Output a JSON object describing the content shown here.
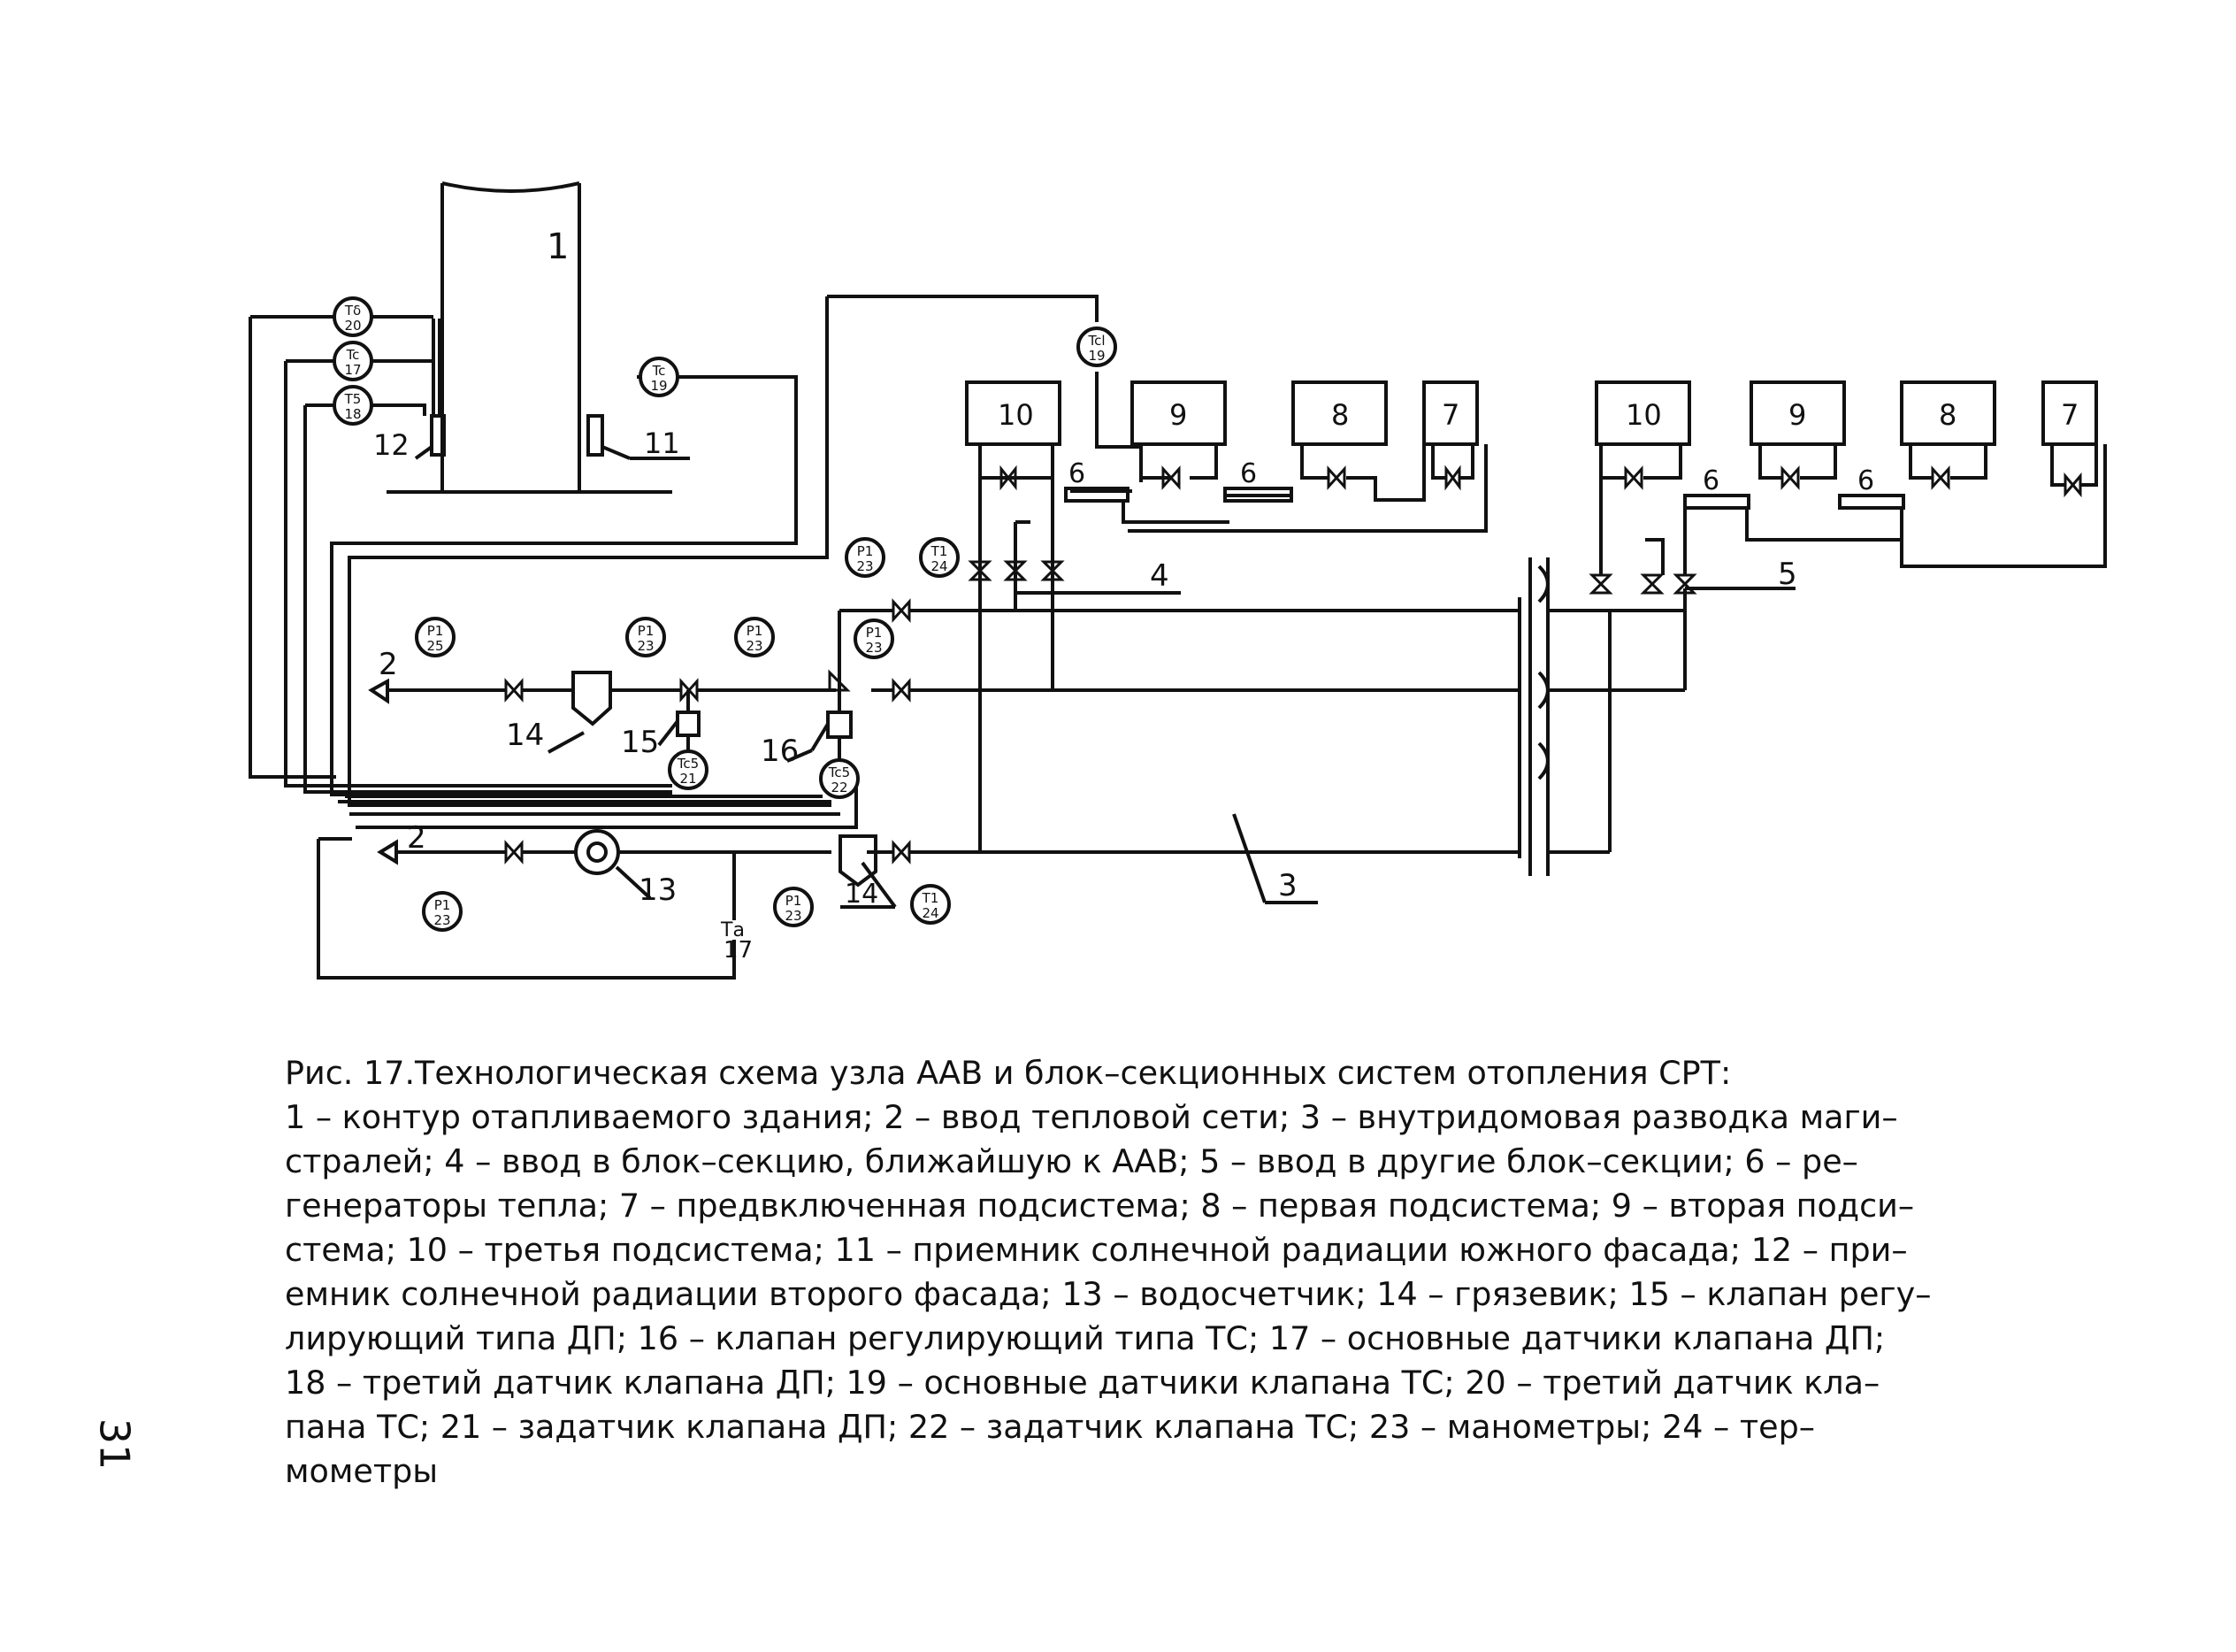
{
  "figure": {
    "caption_title": "Рис. 17.Технологическая схема узла ААВ и блок–секционных систем отопления СРТ:",
    "caption_lines": [
      "1 – контур отапливаемого здания; 2 – ввод тепловой сети; 3 – внутридомовая разводка маги–",
      "стралей; 4 – ввод в блок–секцию, ближайшую к ААВ; 5 – ввод в другие блок–секции; 6 – ре–",
      "генераторы тепла; 7 – предвключенная подсистема; 8 – первая подсистема; 9 – вторая подси–",
      "стема; 10 – третья подсистема; 11 – приемник солнечной радиации южного фасада; 12 – при–",
      "емник солнечной радиации второго фасада; 13 – водосчетчик; 14 – грязевик; 15 – клапан регу–",
      "лирующий типа ДП; 16 – клапан регулирующий типа ТС; 17 – основные датчики клапана ДП;",
      "18 – третий датчик клапана ДП; 19 – основные датчики клапана ТС; 20 – третий датчик кла–",
      "пана ТС; 21 – задатчик клапана ДП; 22 – задатчик клапана ТС; 23 – манометры; 24 – тер–",
      "мометры"
    ],
    "page_number": "31"
  },
  "diagram": {
    "labels": {
      "building": "1",
      "input_top": "2",
      "input_bottom": "2",
      "mains": "3",
      "input_near": "4",
      "input_other": "5",
      "regen_a": "6",
      "regen_b": "6",
      "regen_c": "6",
      "regen_d": "6",
      "sub7a": "7",
      "sub8a": "8",
      "sub9a": "9",
      "sub10a": "10",
      "sub7b": "7",
      "sub8b": "8",
      "sub9b": "9",
      "sub10b": "10",
      "receiver_s": "11",
      "receiver_2": "12",
      "meter": "13",
      "mud_a": "14",
      "mud_b": "14",
      "valve_dp": "15",
      "valve_ts": "16",
      "ta_top": "Tа",
      "ta_bottom": "17"
    },
    "gauges": [
      {
        "key": "g_ts20",
        "top": "Tδ",
        "bottom": "20"
      },
      {
        "key": "g_tc17",
        "top": "Tc",
        "bottom": "17"
      },
      {
        "key": "g_ts18",
        "top": "T5",
        "bottom": "18"
      },
      {
        "key": "g_tc19",
        "top": "Tc",
        "bottom": "19"
      },
      {
        "key": "g_tc19b",
        "top": "Tcl",
        "bottom": "19"
      },
      {
        "key": "g_p25a",
        "top": "P1",
        "bottom": "25"
      },
      {
        "key": "g_p23a",
        "top": "P1",
        "bottom": "23"
      },
      {
        "key": "g_p23b",
        "top": "P1",
        "bottom": "23"
      },
      {
        "key": "g_p23c",
        "top": "P1",
        "bottom": "23"
      },
      {
        "key": "g_t24a",
        "top": "T1",
        "bottom": "24"
      },
      {
        "key": "g_p23d",
        "top": "P1",
        "bottom": "23"
      },
      {
        "key": "g_tc21",
        "top": "Tc5",
        "bottom": "21"
      },
      {
        "key": "g_tc22",
        "top": "Tc5",
        "bottom": "22"
      },
      {
        "key": "g_p23e",
        "top": "P1",
        "bottom": "23"
      },
      {
        "key": "g_p23f",
        "top": "P1",
        "bottom": "23"
      },
      {
        "key": "g_t24b",
        "top": "T1",
        "bottom": "24"
      }
    ]
  }
}
